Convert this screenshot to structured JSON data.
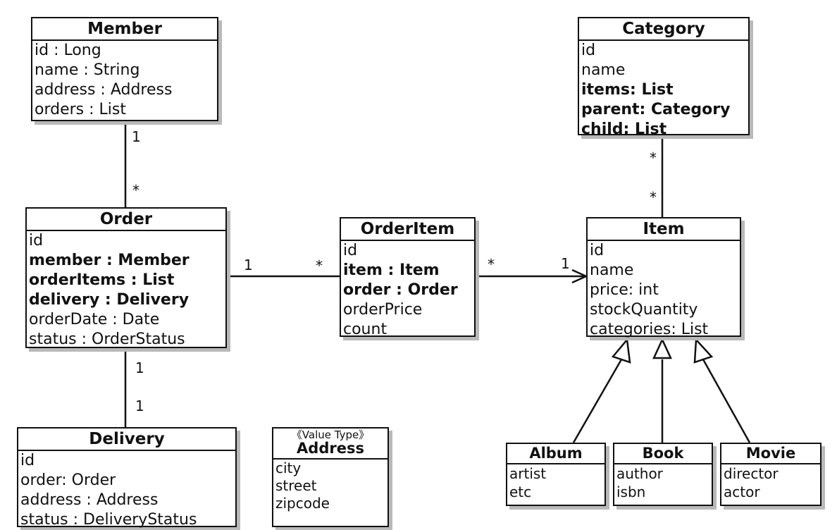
{
  "classes": {
    "member": {
      "name": "Member",
      "attrs": [
        {
          "text": "id : Long",
          "bold": false
        },
        {
          "text": "name : String",
          "bold": false
        },
        {
          "text": "address : Address",
          "bold": false
        },
        {
          "text": "orders : List",
          "bold": false
        }
      ]
    },
    "category": {
      "name": "Category",
      "attrs": [
        {
          "text": "id",
          "bold": false
        },
        {
          "text": "name",
          "bold": false
        },
        {
          "text": "items: List",
          "bold": true
        },
        {
          "text": "parent: Category",
          "bold": true
        },
        {
          "text": "child: List",
          "bold": true
        }
      ]
    },
    "order": {
      "name": "Order",
      "attrs": [
        {
          "text": "id",
          "bold": false
        },
        {
          "text": "member : Member",
          "bold": true
        },
        {
          "text": "orderItems : List",
          "bold": true
        },
        {
          "text": "delivery : Delivery",
          "bold": true
        },
        {
          "text": "orderDate : Date",
          "bold": false
        },
        {
          "text": "status : OrderStatus",
          "bold": false
        }
      ]
    },
    "orderitem": {
      "name": "OrderItem",
      "attrs": [
        {
          "text": "id",
          "bold": false
        },
        {
          "text": "item : Item",
          "bold": true
        },
        {
          "text": "order : Order",
          "bold": true
        },
        {
          "text": "orderPrice",
          "bold": false
        },
        {
          "text": "count",
          "bold": false
        }
      ]
    },
    "item": {
      "name": "Item",
      "attrs": [
        {
          "text": "id",
          "bold": false
        },
        {
          "text": "name",
          "bold": false
        },
        {
          "text": "price: int",
          "bold": false
        },
        {
          "text": "stockQuantity",
          "bold": false
        },
        {
          "text": "categories: List",
          "bold": false
        }
      ]
    },
    "delivery": {
      "name": "Delivery",
      "attrs": [
        {
          "text": "id",
          "bold": false
        },
        {
          "text": "order: Order",
          "bold": false
        },
        {
          "text": "address : Address",
          "bold": false
        },
        {
          "text": "status : DeliveryStatus",
          "bold": false
        }
      ]
    },
    "address": {
      "name": "Address",
      "stereotype": "《Value Type》",
      "attrs": [
        {
          "text": "city",
          "bold": false
        },
        {
          "text": "street",
          "bold": false
        },
        {
          "text": "zipcode",
          "bold": false
        }
      ]
    },
    "album": {
      "name": "Album",
      "attrs": [
        {
          "text": "artist",
          "bold": false
        },
        {
          "text": "etc",
          "bold": false
        }
      ]
    },
    "book": {
      "name": "Book",
      "attrs": [
        {
          "text": "author",
          "bold": false
        },
        {
          "text": "isbn",
          "bold": false
        }
      ]
    },
    "movie": {
      "name": "Movie",
      "attrs": [
        {
          "text": "director",
          "bold": false
        },
        {
          "text": "actor",
          "bold": false
        }
      ]
    }
  },
  "multiplicities": {
    "member_order_top": "1",
    "member_order_bottom": "*",
    "order_orderitem_left": "1",
    "order_orderitem_right": "*",
    "orderitem_item_left": "*",
    "orderitem_item_right": "1",
    "category_item_top": "*",
    "category_item_bottom": "*",
    "order_delivery_top": "1",
    "order_delivery_bottom": "1"
  }
}
